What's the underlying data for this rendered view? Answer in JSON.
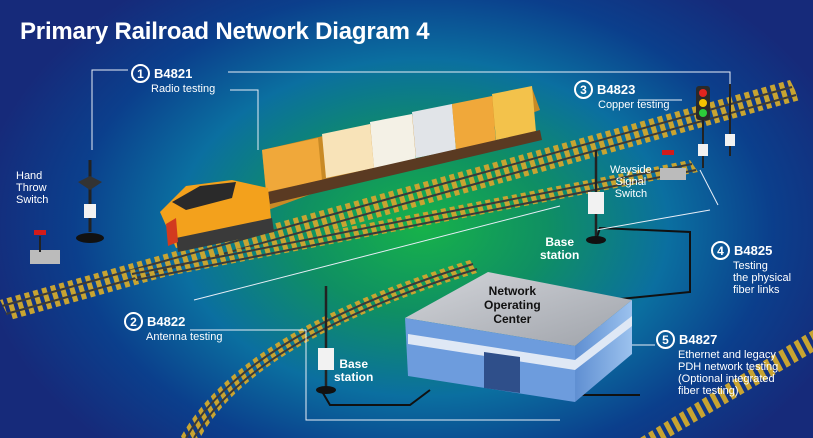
{
  "title": "Primary Railroad Network Diagram 4",
  "callouts": [
    {
      "number": "1",
      "code": "B4821",
      "description": "Radio testing"
    },
    {
      "number": "2",
      "code": "B4822",
      "description": "Antenna testing"
    },
    {
      "number": "3",
      "code": "B4823",
      "description": "Copper testing"
    },
    {
      "number": "4",
      "code": "B4825",
      "description": "Testing\nthe physical\nfiber links"
    },
    {
      "number": "5",
      "code": "B4827",
      "description": "Ethernet and legacy\nPDH network testing\n(Optional integrated\nfiber testing)"
    }
  ],
  "labels": {
    "hand_throw_switch": "Hand\nThrow\nSwitch",
    "wayside_signal_switch": "Wayside\nSignal\nSwitch",
    "base_station_top": "Base\nstation",
    "base_station_bottom": "Base\nstation",
    "noc": "Network\nOperating\nCenter"
  },
  "colors": {
    "background_center": "#17b24a",
    "background_edge": "#162a7a",
    "track_tie": "#c8a431",
    "container_orange": "#f0a83a",
    "locomotive": "#f3a11c",
    "building_top": "#b9bcc2",
    "building_side": "#7fa7dc"
  }
}
